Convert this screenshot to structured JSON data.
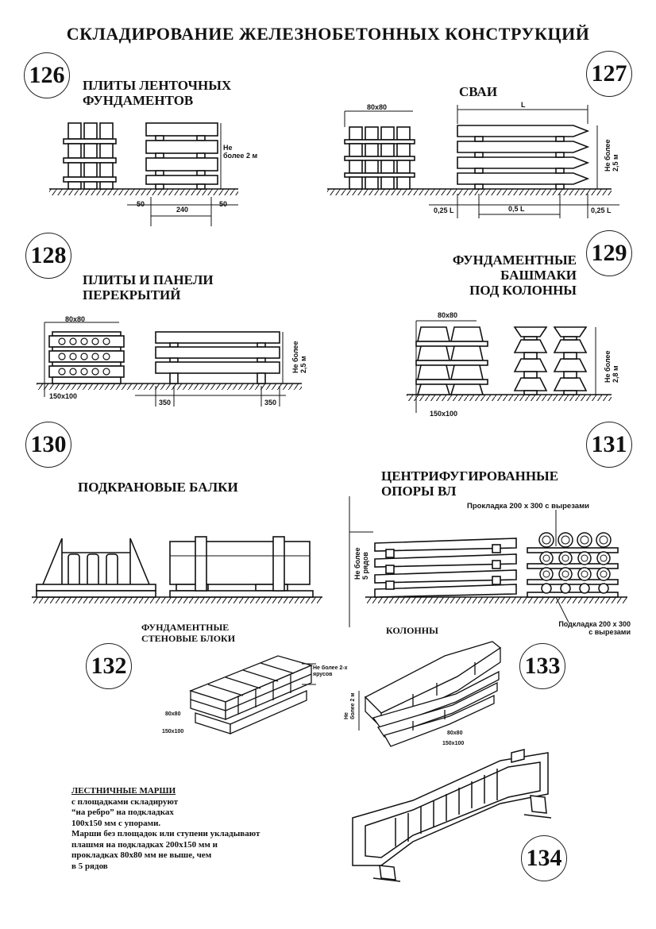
{
  "title": "СКЛАДИРОВАНИЕ ЖЕЛЕЗНОБЕТОННЫХ КОНСТРУКЦИЙ",
  "sections": {
    "s126": {
      "number": "126",
      "title_l1": "ПЛИТЫ ЛЕНТОЧНЫХ",
      "title_l2": "ФУНДАМЕНТОВ",
      "height_note_l1": "Не",
      "height_note_l2": "более 2 м",
      "dim_left": "50",
      "dim_mid": "240",
      "dim_right": "50"
    },
    "s127": {
      "number": "127",
      "title": "СВАИ",
      "pad": "80x80",
      "length": "L",
      "height_note_l1": "Не более",
      "height_note_l2": "2,5 м",
      "dim_left": "0,25 L",
      "dim_mid": "0,5 L",
      "dim_right": "0,25 L"
    },
    "s128": {
      "number": "128",
      "title_l1": "ПЛИТЫ И ПАНЕЛИ",
      "title_l2": "ПЕРЕКРЫТИЙ",
      "pad_top": "80x80",
      "pad_bottom": "150x100",
      "height_note_l1": "Не более",
      "height_note_l2": "2,5 м",
      "dim_left": "350",
      "dim_right": "350"
    },
    "s129": {
      "number": "129",
      "title_l1": "ФУНДАМЕНТНЫЕ",
      "title_l2": "БАШМАКИ",
      "title_l3": "ПОД КОЛОННЫ",
      "pad_top": "80x80",
      "pad_bottom": "150x100",
      "height_note_l1": "Не более",
      "height_note_l2": "2,8 м"
    },
    "s130": {
      "number": "130",
      "title": "ПОДКРАНОВЫЕ БАЛКИ"
    },
    "s131": {
      "number": "131",
      "title_l1": "ЦЕНТРИФУГИРОВАННЫЕ",
      "title_l2": "ОПОРЫ ВЛ",
      "spacer_top": "Прокладка 200 х 300 с вырезами",
      "height_note_l1": "Не более",
      "height_note_l2": "5 рядов",
      "spacer_bottom_l1": "Подкладка 200 х 300",
      "spacer_bottom_l2": "с вырезами"
    },
    "s132": {
      "number": "132",
      "title_l1": "ФУНДАМЕНТНЫЕ",
      "title_l2": "СТЕНОВЫЕ БЛОКИ",
      "height_note_l1": "Не более 2-х",
      "height_note_l2": "ярусов",
      "pad_top": "80x80",
      "pad_bottom": "150x100"
    },
    "s133": {
      "number": "133",
      "title": "КОЛОННЫ",
      "height_note_l1": "Не",
      "height_note_l2": "более 2 м",
      "pad_top": "80x80",
      "pad_bottom": "150x100"
    },
    "s134": {
      "number": "134",
      "title": "ЛЕСТНИЧНЫЕ МАРШИ",
      "text": [
        "с площадками складируют",
        "“на ребро” на подкладках",
        "100х150 мм с упорами.",
        "Марши без площадок или ступени укладывают",
        "плашмя на подкладках 200х150 мм и",
        "прокладках 80х80 мм не выше, чем",
        "в 5 рядов"
      ]
    }
  }
}
